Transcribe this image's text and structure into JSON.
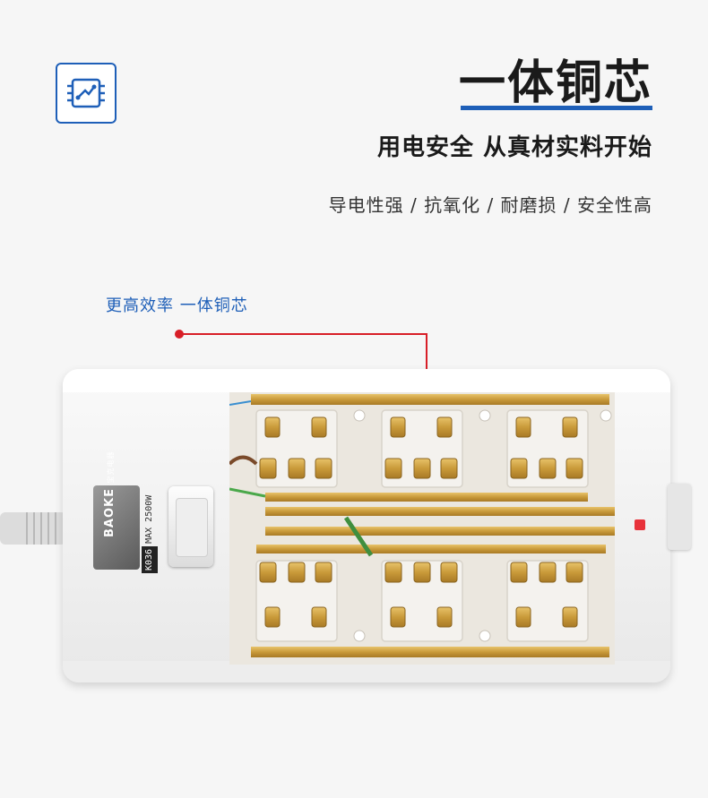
{
  "header": {
    "icon": "circuit-chip-icon",
    "title": "一体铜芯",
    "subtitle": "用电安全 从真材实料开始",
    "features": "导电性强 / 抗氧化 / 耐磨损 / 安全性高",
    "accent_color": "#1e5fb8"
  },
  "callout": {
    "text": "更高效率 一体铜芯",
    "color": "#d81e27"
  },
  "product": {
    "brand": "BAOKE",
    "brand_cn": "宝克电器",
    "model": "K036",
    "rating": "MAX 2500W",
    "indicator_color": "#e8323a"
  }
}
